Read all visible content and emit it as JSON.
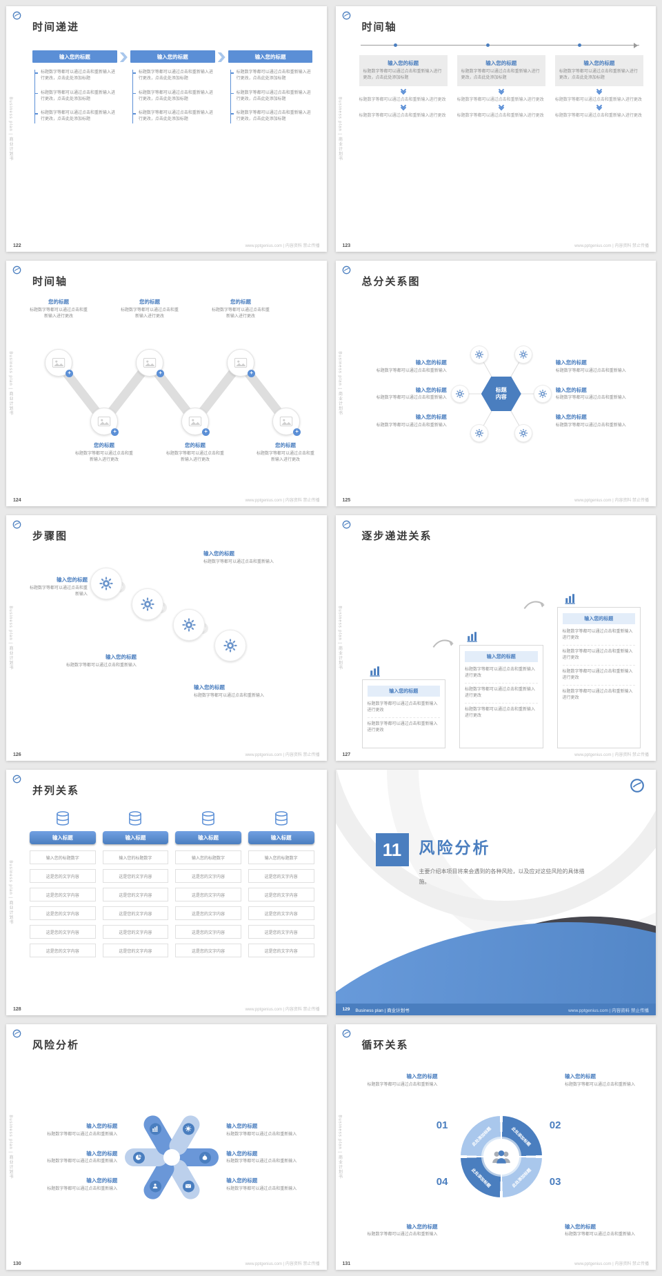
{
  "common": {
    "sidebar_text": "Business plan | 商业计划书",
    "footer_text": "www.pptgenius.com | 内容资料 禁止传播",
    "title_placeholder": "输入您的标题",
    "short_title": "您的标题",
    "enter_title_btn": "输入标题",
    "body_long": "标题数字等都可以通过点击和重新输入进行更改，点击此处添加标题",
    "body_medium": "标题数字等都可以通过点击和重新输入进行更改",
    "body_short": "标题数字等都可以通过点击和重新输入",
    "colors": {
      "accent_blue": "#4a7ebf",
      "light_blue": "#a9c7ec",
      "dark_wave": "#46464e",
      "text_gray": "#8f8f8f"
    }
  },
  "slides": {
    "s122": {
      "title": "时间递进",
      "page": "122"
    },
    "s123": {
      "title": "时间轴",
      "page": "123"
    },
    "s124": {
      "title": "时间轴",
      "page": "124"
    },
    "s125": {
      "title": "总分关系图",
      "page": "125",
      "center_label": "标题内容"
    },
    "s126": {
      "title": "步骤图",
      "page": "126"
    },
    "s127": {
      "title": "逐步递进关系",
      "page": "127"
    },
    "s128": {
      "title": "并列关系",
      "page": "128",
      "row_first": "输入您的标题数字",
      "row_text": "这是您的文字内容"
    },
    "s129": {
      "title": "风险分析",
      "number": "11",
      "desc": "主要介绍本项目将来会遇到的各种风险，以及应对这些风险的具体措施。",
      "page": "129",
      "bar_text": "Business plan | 商业计划书"
    },
    "s130": {
      "title": "风险分析",
      "page": "130"
    },
    "s131": {
      "title": "循环关系",
      "page": "131",
      "segment_label": "此处添加标题",
      "numbers": [
        "01",
        "02",
        "03",
        "04"
      ]
    }
  }
}
